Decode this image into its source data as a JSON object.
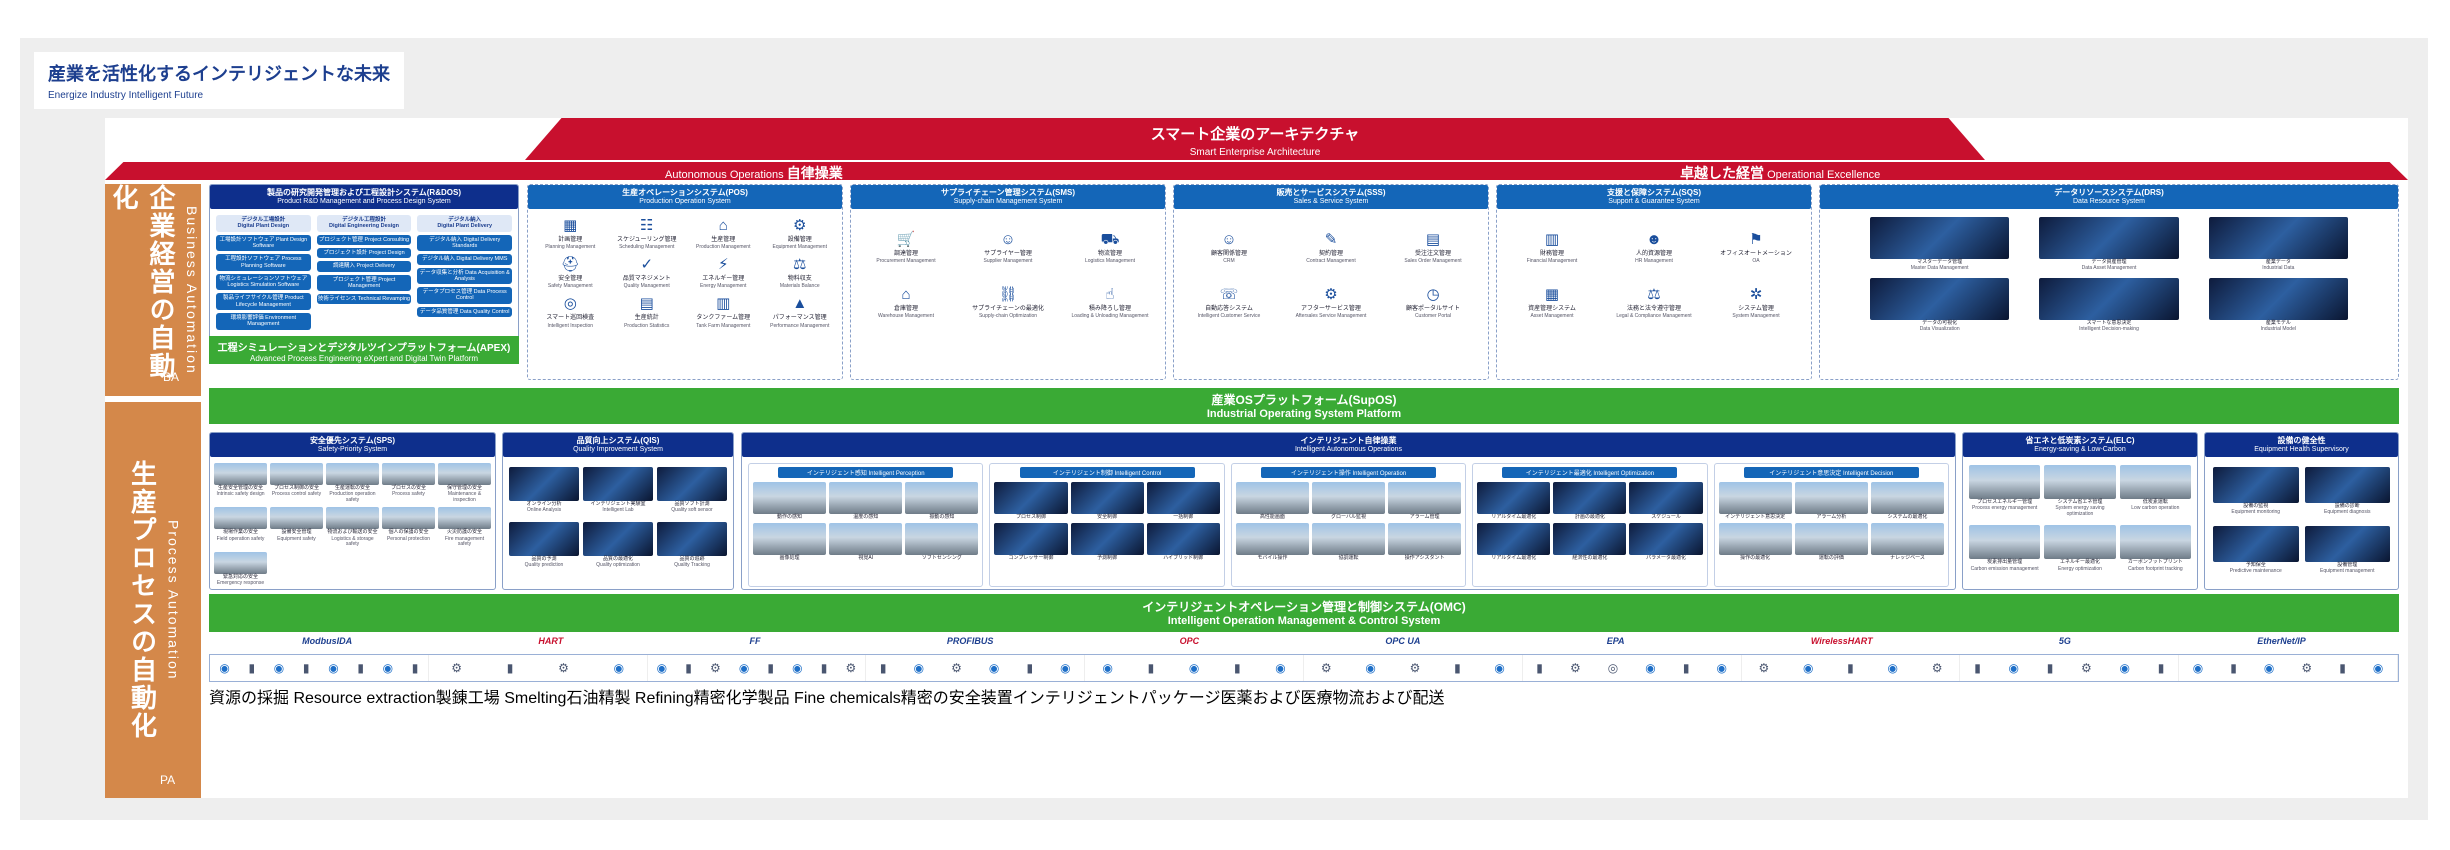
{
  "header": {
    "title_jp": "産業を活性化するインテリジェントな未来",
    "title_en": "Energize Industry Intelligent Future"
  },
  "roof": {
    "title_jp": "スマート企業のアーキテクチャ",
    "title_en": "Smart Enterprise Architecture"
  },
  "band": {
    "left_en": "Autonomous Operations",
    "left_jp": "自律操業",
    "right_jp": "卓越した経営",
    "right_en": "Operational Excellence"
  },
  "side_ba": {
    "jp": "企業経営の自動化",
    "en": "Business Automation",
    "abbr": "BA"
  },
  "side_pa": {
    "jp": "生産プロセスの自動化",
    "en": "Process Automation",
    "abbr": "PA"
  },
  "rdos": {
    "title_jp": "製品の研究開発管理および工程設計システム(R&DOS)",
    "title_en": "Product R&D Management and Process Design System",
    "cols": [
      {
        "head": "デジタル工場設計\nDigital Plant Design",
        "items": [
          "工場設計ソフトウェア Plant Design Software",
          "工程設計ソフトウェア Process Planning Software",
          "物流シミュレーションソフトウェア Logistics Simulation Software",
          "製品ライフサイクル管理 Product Lifecycle Management",
          "環境影響評価 Environment Management"
        ]
      },
      {
        "head": "デジタル工程設計\nDigital Engineering Design",
        "items": [
          "プロジェクト管理 Project Consulting",
          "プロジェクト設計 Project Design",
          "調達購入 Project Delivery",
          "プロジェクト管理 Project Management",
          "技術ライセンス Technical Revamping"
        ]
      },
      {
        "head": "デジタル納入\nDigital Plant Delivery",
        "items": [
          "デジタル納入 Digital Delivery Standards",
          "デジタル納入 Digital Delivery MMS",
          "データ収集と分析 Data Acquisition & Analysis",
          "データプロセス管理 Data Process Control",
          "データ品質管理 Data Quality Control"
        ]
      }
    ],
    "apex_jp": "工程シミュレーションとデジタルツインプラットフォーム(APEX)",
    "apex_en": "Advanced Process Engineering eXpert and Digital Twin Platform"
  },
  "pos": {
    "title_jp": "生産オペレーションシステム(POS)",
    "title_en": "Production Operation System",
    "items": [
      {
        "jp": "計画管理",
        "en": "Planning Management",
        "icon": "calendar-icon",
        "g": "▦"
      },
      {
        "jp": "スケジューリング管理",
        "en": "Scheduling Management",
        "icon": "schedule-icon",
        "g": "☷"
      },
      {
        "jp": "生産管理",
        "en": "Production Management",
        "icon": "factory-icon",
        "g": "⌂"
      },
      {
        "jp": "設備管理",
        "en": "Equipment Management",
        "icon": "gear-icon",
        "g": "⚙"
      },
      {
        "jp": "安全管理",
        "en": "Safety Management",
        "icon": "helmet-icon",
        "g": "⛑"
      },
      {
        "jp": "品質マネジメント",
        "en": "Quality Management",
        "icon": "quality-icon",
        "g": "✓"
      },
      {
        "jp": "エネルギー管理",
        "en": "Energy Management",
        "icon": "energy-icon",
        "g": "⚡"
      },
      {
        "jp": "物料収支",
        "en": "Materials Balance",
        "icon": "balance-icon",
        "g": "⚖"
      },
      {
        "jp": "スマート巡回検査",
        "en": "Intelligent Inspection",
        "icon": "inspection-icon",
        "g": "◎"
      },
      {
        "jp": "生産統計",
        "en": "Production Statistics",
        "icon": "stats-icon",
        "g": "▤"
      },
      {
        "jp": "タンクファーム管理",
        "en": "Tank Farm Management",
        "icon": "tank-icon",
        "g": "▥"
      },
      {
        "jp": "パフォーマンス管理",
        "en": "Performance Management",
        "icon": "performance-icon",
        "g": "▲"
      }
    ]
  },
  "sms": {
    "title_jp": "サプライチェーン管理システム(SMS)",
    "title_en": "Supply-chain Management System",
    "items": [
      {
        "jp": "調達管理",
        "en": "Procurement Management",
        "icon": "cart-icon",
        "g": "🛒"
      },
      {
        "jp": "サプライヤー管理",
        "en": "Supplier Management",
        "icon": "supplier-icon",
        "g": "☺"
      },
      {
        "jp": "物流管理",
        "en": "Logistics Management",
        "icon": "truck-icon",
        "g": "⛟"
      },
      {
        "jp": "倉庫管理",
        "en": "Warehouse Management",
        "icon": "warehouse-icon",
        "g": "⌂"
      },
      {
        "jp": "サプライチェーンの最適化",
        "en": "Supply-chain Optimization",
        "icon": "chain-icon",
        "g": "⛓"
      },
      {
        "jp": "積み降ろし管理",
        "en": "Loading & Unloading Management",
        "icon": "loading-icon",
        "g": "☝"
      }
    ]
  },
  "sss": {
    "title_jp": "販売とサービスシステム(SSS)",
    "title_en": "Sales & Service System",
    "items": [
      {
        "jp": "顧客関係管理",
        "en": "CRM",
        "icon": "person-icon",
        "g": "☺"
      },
      {
        "jp": "契約管理",
        "en": "Contract Management",
        "icon": "contract-icon",
        "g": "✎"
      },
      {
        "jp": "受注注文管理",
        "en": "Sales Order Management",
        "icon": "order-icon",
        "g": "▤"
      },
      {
        "jp": "自動応答システム",
        "en": "Intelligent Customer Service",
        "icon": "service-icon",
        "g": "☏"
      },
      {
        "jp": "アフターサービス管理",
        "en": "Aftersales Service Management",
        "icon": "aftersales-icon",
        "g": "⚙"
      },
      {
        "jp": "顧客ポータルサイト",
        "en": "Customer Portal",
        "icon": "portal-icon",
        "g": "◷"
      }
    ]
  },
  "sqs": {
    "title_jp": "支援と保障システム(SQS)",
    "title_en": "Support & Guarantee System",
    "items": [
      {
        "jp": "財務管理",
        "en": "Financial Management",
        "icon": "finance-icon",
        "g": "▥"
      },
      {
        "jp": "人的資源管理",
        "en": "HR Management",
        "icon": "hr-icon",
        "g": "☻"
      },
      {
        "jp": "オフィスオートメーション",
        "en": "OA",
        "icon": "office-icon",
        "g": "⚑"
      },
      {
        "jp": "資産管理システム",
        "en": "Asset Management",
        "icon": "asset-icon",
        "g": "▦"
      },
      {
        "jp": "法務と法令遵守管理",
        "en": "Legal & Compliance Management",
        "icon": "legal-icon",
        "g": "⚖"
      },
      {
        "jp": "システム管理",
        "en": "System Management",
        "icon": "system-icon",
        "g": "✲"
      }
    ]
  },
  "drs": {
    "title_jp": "データリソースシステム(DRS)",
    "title_en": "Data Resource System",
    "items": [
      {
        "jp": "マスターデータ管理",
        "en": "Master Data Management"
      },
      {
        "jp": "データ資産管理",
        "en": "Data Asset Management"
      },
      {
        "jp": "産業データ",
        "en": "Industrial Data"
      },
      {
        "jp": "データの可視化",
        "en": "Data Visualization"
      },
      {
        "jp": "スマートな意思決定",
        "en": "Intelligent Decision-making"
      },
      {
        "jp": "産業モデル",
        "en": "Industrial Model"
      }
    ]
  },
  "supos": {
    "jp": "産業OSプラットフォーム(SupOS)",
    "en": "Industrial Operating System Platform"
  },
  "sps": {
    "title_jp": "安全優先システム(SPS)",
    "title_en": "Safety-Priority System",
    "items": [
      {
        "jp": "生産安全管理の安全",
        "en": "Intrinsic safety design"
      },
      {
        "jp": "プロセス制御の安全",
        "en": "Process control safety"
      },
      {
        "jp": "生産運転の安全",
        "en": "Production operation safety"
      },
      {
        "jp": "プロセスの安全",
        "en": "Process safety"
      },
      {
        "jp": "保守管理の安全",
        "en": "Maintenance & inspection"
      },
      {
        "jp": "現場作業の安全",
        "en": "Field operation safety"
      },
      {
        "jp": "設備安全管理",
        "en": "Equipment safety"
      },
      {
        "jp": "物流および輸送の安全",
        "en": "Logistics & storage safety"
      },
      {
        "jp": "個人の保護の安全",
        "en": "Personal protection"
      },
      {
        "jp": "火災防護の安全",
        "en": "Fire management safety"
      },
      {
        "jp": "緊急対応の安全",
        "en": "Emergency response"
      }
    ]
  },
  "qis": {
    "title_jp": "品質向上システム(QIS)",
    "title_en": "Quality Improvement System",
    "items": [
      {
        "jp": "オンライン分析",
        "en": "Online Analysis"
      },
      {
        "jp": "インテリジェント実験室",
        "en": "Intelligent Lab"
      },
      {
        "jp": "品質ソフト計測",
        "en": "Quality soft sensor"
      },
      {
        "jp": "品質の予測",
        "en": "Quality prediction"
      },
      {
        "jp": "品質の最適化",
        "en": "Quality optimization"
      },
      {
        "jp": "品質の追跡",
        "en": "Quality Tracking"
      }
    ]
  },
  "ias": {
    "title_jp": "インテリジェント自律操業",
    "title_en": "Intelligent Autonomous Operations",
    "groups": [
      {
        "tag": "インテリジェント感知 Intelligent Perception",
        "items": [
          "動作の感知",
          "温度の感知",
          "振動の感知",
          "画像処理",
          "視覚AI",
          "ソフトセンシング"
        ]
      },
      {
        "tag": "インテリジェント制御 Intelligent Control",
        "items": [
          "プロセス制御",
          "安全制御",
          "一括制御",
          "コンプレッサー制御",
          "予測制御",
          "ハイブリッド制御"
        ]
      },
      {
        "tag": "インテリジェント操作 Intelligent Operation",
        "items": [
          "高性能画面",
          "グローバル監視",
          "アラーム管理",
          "モバイル操作",
          "協調運転",
          "操作アシスタント"
        ]
      },
      {
        "tag": "インテリジェント最適化 Intelligent Optimization",
        "items": [
          "リアルタイム最適化",
          "計画の最適化",
          "スケジュール",
          "リアルタイム最適化",
          "経済性の最適化",
          "パラメータ最適化"
        ]
      },
      {
        "tag": "インテリジェント意思決定 Intelligent Decision",
        "items": [
          "インテリジェント意思決定",
          "アラーム分析",
          "システムの最適化",
          "操作の最適化",
          "運転の評価",
          "ナレッジベース"
        ]
      }
    ]
  },
  "elc": {
    "title_jp": "省エネと低炭素システム(ELC)",
    "title_en": "Energy-saving & Low-Carbon",
    "items": [
      {
        "jp": "プロセスエネルギー管理",
        "en": "Process energy management"
      },
      {
        "jp": "システム省エネ管理",
        "en": "System energy saving optimization"
      },
      {
        "jp": "低炭素運転",
        "en": "Low carbon operation"
      },
      {
        "jp": "炭素排出量管理",
        "en": "Carbon emission management"
      },
      {
        "jp": "エネルギー最適化",
        "en": "Energy optimization"
      },
      {
        "jp": "カーボンフットプリント",
        "en": "Carbon footprint tracking"
      }
    ]
  },
  "ehs": {
    "title_jp": "設備の健全性",
    "title_en": "Equipment Health Supervisory",
    "items": [
      {
        "jp": "設備の監視",
        "en": "Equipment monitoring"
      },
      {
        "jp": "設備の診断",
        "en": "Equipment diagnosis"
      },
      {
        "jp": "予知保全",
        "en": "Predictive maintenance"
      },
      {
        "jp": "設備管理",
        "en": "Equipment management"
      }
    ]
  },
  "omc": {
    "jp": "インテリジェントオペレーション管理と制御システム(OMC)",
    "en": "Intelligent Operation Management & Control System"
  },
  "protocols": [
    "ModbusIDA",
    "HART",
    "FF",
    "PROFIBUS",
    "OPC",
    "OPC UA",
    "EPA",
    "WirelessHART",
    "5G",
    "EtherNet/IP"
  ],
  "field_groups": [
    {
      "icons": [
        "◉",
        "▮",
        "◉",
        "▮",
        "◉",
        "▮",
        "◉",
        "▮"
      ]
    },
    {
      "icons": [
        "⚙",
        "▮",
        "⚙",
        "◉"
      ]
    },
    {
      "icons": [
        "◉",
        "▮",
        "⚙",
        "◉",
        "▮",
        "◉",
        "▮",
        "⚙"
      ]
    },
    {
      "icons": [
        "▮",
        "◉",
        "⚙",
        "◉",
        "▮",
        "◉"
      ]
    },
    {
      "icons": [
        "◉",
        "▮",
        "◉",
        "▮",
        "◉"
      ]
    },
    {
      "icons": [
        "⚙",
        "◉",
        "⚙",
        "▮",
        "◉"
      ]
    },
    {
      "icons": [
        "▮",
        "⚙",
        "◎",
        "◉",
        "▮",
        "◉"
      ]
    },
    {
      "icons": [
        "⚙",
        "◉",
        "▮",
        "◉",
        "⚙"
      ]
    },
    {
      "icons": [
        "▮",
        "◉",
        "▮",
        "⚙",
        "◉",
        "▮"
      ]
    },
    {
      "icons": [
        "◉",
        "▮",
        "◉",
        "⚙",
        "▮",
        "◉"
      ]
    }
  ],
  "scenes": [
    "資源の採掘 Resource extraction",
    "製錬工場 Smelting",
    "",
    "石油精製 Refining",
    "",
    "",
    "",
    "精密化学製品 Fine chemicals",
    "",
    "",
    "精密の安全装置",
    "",
    "",
    "インテリジェントパッケージ",
    "",
    "医薬および医療",
    "",
    "物流および配送"
  ],
  "photos": [
    "dark",
    "plant",
    "plant",
    "plant",
    "plant",
    "plant",
    "plant",
    "plant",
    "plant",
    "plant",
    "plant",
    "warm",
    "dark",
    "warm",
    "plant",
    "plant",
    "plant",
    "plant",
    "plant",
    "plant"
  ]
}
